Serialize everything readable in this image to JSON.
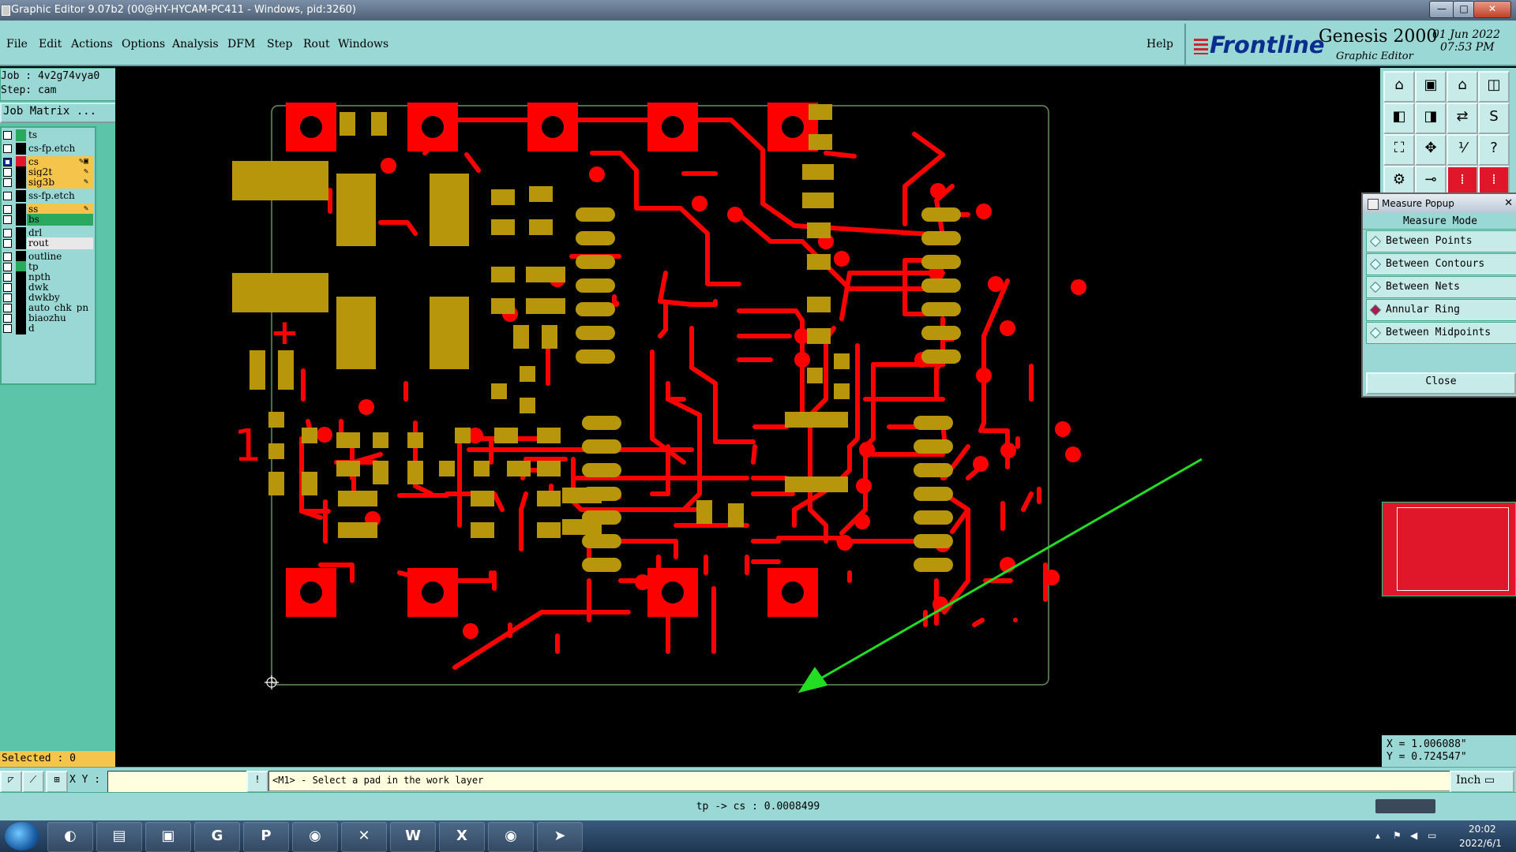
{
  "window": {
    "title": "Graphic Editor 9.07b2 (00@HY-HYCAM-PC411 - Windows, pid:3260)",
    "buttons": {
      "minimize": "—",
      "maximize": "□",
      "close": "✕"
    }
  },
  "menu": {
    "items": [
      "File",
      "Edit",
      "Actions",
      "Options",
      "Analysis",
      "DFM",
      "Step",
      "Rout",
      "Windows"
    ],
    "help": "Help"
  },
  "brand": {
    "logo": "Frontline",
    "product": "Genesis 2000",
    "subtitle": "Graphic Editor",
    "date": "01 Jun 2022",
    "time": "07:53 PM"
  },
  "job": {
    "job_line": "Job : 4v2g74vya0",
    "step_line": "Step: cam",
    "matrix_button": "Job Matrix ..."
  },
  "layers": [
    {
      "name": "ts",
      "color": "#2aa85e",
      "checked": false,
      "icon": ""
    },
    {
      "name": "cs-fp.etch",
      "color": "#000000",
      "checked": false,
      "icon": ""
    },
    {
      "name": "cs",
      "color": "#e0162a",
      "checked": true,
      "icon": "✎▣",
      "bg": "#f5c44a"
    },
    {
      "name": "sig2t",
      "color": "#000000",
      "checked": false,
      "icon": "✎",
      "bg": "#f5c44a"
    },
    {
      "name": "sig3b",
      "color": "#000000",
      "checked": false,
      "icon": "✎",
      "bg": "#f5c44a"
    },
    {
      "name": "ss-fp.etch",
      "color": "#000000",
      "checked": false,
      "icon": ""
    },
    {
      "name": "ss",
      "color": "#000000",
      "checked": false,
      "icon": "✎",
      "bg": "#f5c44a"
    },
    {
      "name": "bs",
      "color": "#000000",
      "checked": false,
      "icon": "",
      "bg": "#2aa85e"
    },
    {
      "name": "drl",
      "color": "#000000",
      "checked": false,
      "icon": ""
    },
    {
      "name": "rout",
      "color": "#000000",
      "checked": false,
      "icon": "",
      "bg": "#e8e8e8"
    },
    {
      "name": "outline",
      "color": "#000000",
      "checked": false,
      "icon": ""
    },
    {
      "name": "tp",
      "color": "#2aa85e",
      "checked": false,
      "icon": ""
    },
    {
      "name": "npth",
      "color": "#000000",
      "checked": false,
      "icon": ""
    },
    {
      "name": "dwk",
      "color": "#000000",
      "checked": false,
      "icon": ""
    },
    {
      "name": "dwkby",
      "color": "#000000",
      "checked": false,
      "icon": ""
    },
    {
      "name": "auto_chk_pn",
      "color": "#000000",
      "checked": false,
      "icon": ""
    },
    {
      "name": "biaozhu",
      "color": "#000000",
      "checked": false,
      "icon": ""
    },
    {
      "name": "d",
      "color": "#000000",
      "checked": false,
      "icon": ""
    }
  ],
  "selected_text": "Selected : 0",
  "measure": {
    "title": "Measure Popup",
    "mode_label": "Measure Mode",
    "options": [
      "Between Points",
      "Between Contours",
      "Between Nets",
      "Annular Ring",
      "Between Midpoints"
    ],
    "active": "Annular Ring",
    "close_label": "Close"
  },
  "coords": {
    "x": "X = 1.006088\"",
    "y": "Y = 0.724547\""
  },
  "status": {
    "xy_label": "X Y :",
    "xy_value": "",
    "prompt": "<M1> - Select a pad in the work layer",
    "units": "Inch ▭",
    "info": "tp -> cs : 0.0008499"
  },
  "colors": {
    "trace": "#ff0000",
    "pad": "#b8960c",
    "outline": "#6b8f5a",
    "annotation_arrow": "#22dd22"
  },
  "board_annotations": {
    "label_1": "1",
    "plus": "+"
  },
  "taskbar": {
    "apps": [
      "shell-icon",
      "notepad-icon",
      "save-icon",
      "g-icon",
      "p-icon",
      "eye-icon",
      "x-icon",
      "W",
      "X",
      "eye2-icon",
      "arrow-icon"
    ],
    "time": "20:02",
    "date": "2022/6/1"
  }
}
